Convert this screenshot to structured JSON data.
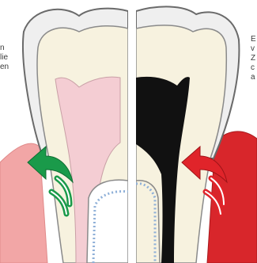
{
  "left_panel": {
    "text_fragments": [
      "n",
      "lie",
      "en"
    ],
    "arrow_color": "#1a9a4a",
    "gum_color": "#f2a6a6",
    "pulp_color": "#f4cdd3",
    "state": "healthy"
  },
  "right_panel": {
    "text_fragments": [
      "E",
      "v",
      "Z",
      "c",
      "a"
    ],
    "arrow_color": "#e0242a",
    "gum_color": "#d8262b",
    "pulp_color": "#111111",
    "state": "inflamed"
  },
  "colors": {
    "enamel": "#efefef",
    "dentin": "#f7f2df",
    "outline": "#6a6a6a",
    "background": "#ffffff"
  },
  "icons": [
    "tooth-icon",
    "arrow-left-icon"
  ]
}
